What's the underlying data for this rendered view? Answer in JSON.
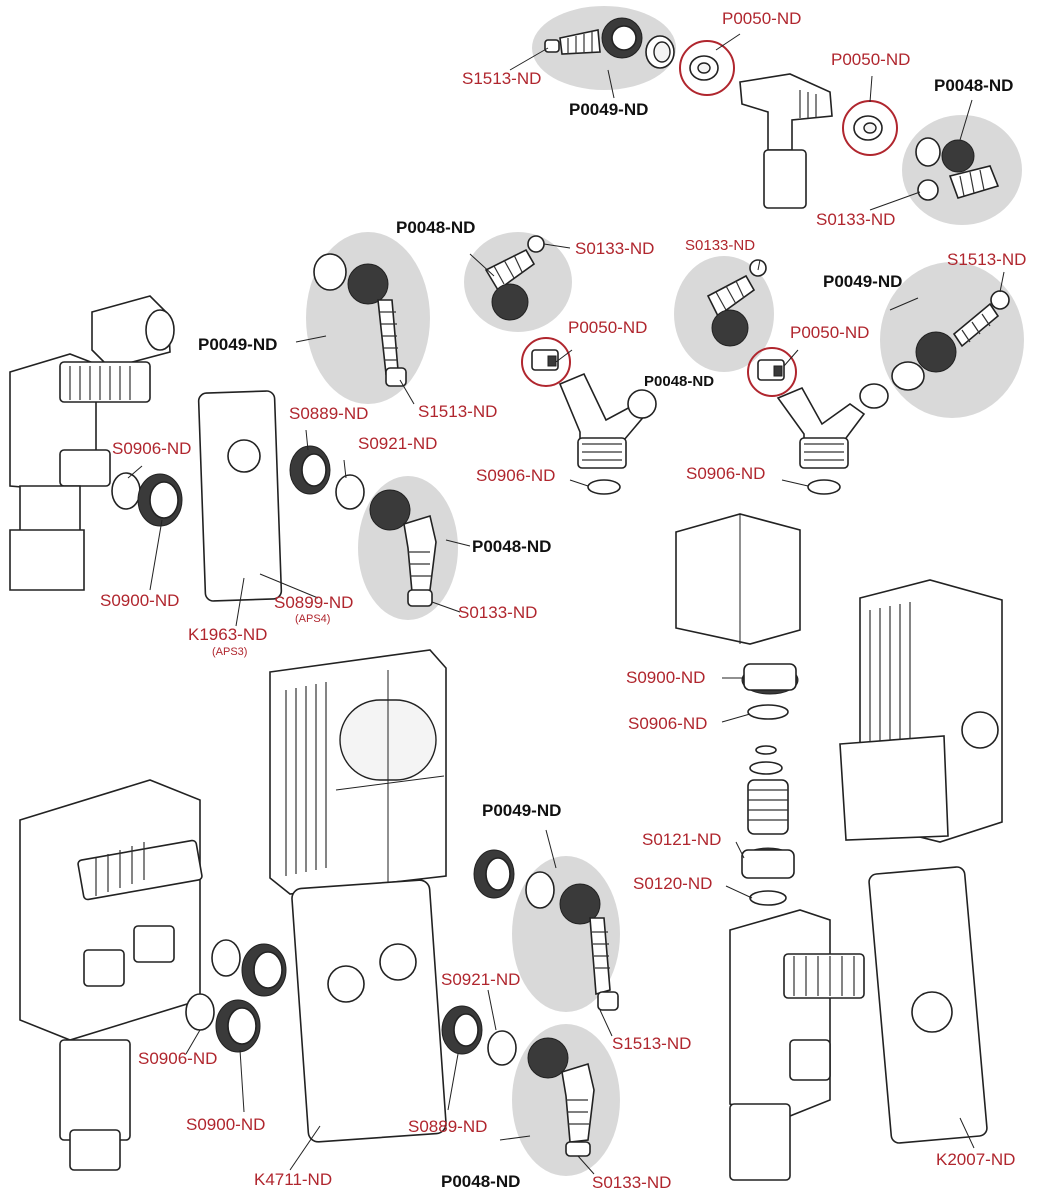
{
  "labels": {
    "s1513_a": "S1513-ND",
    "p0049_a": "P0049-ND",
    "p0050_a": "P0050-ND",
    "p0050_b": "P0050-ND",
    "p0048_a": "P0048-ND",
    "s0133_a": "S0133-ND",
    "p0048_b": "P0048-ND",
    "s0133_b": "S0133-ND",
    "s0133_c": "S0133-ND",
    "p0049_b": "P0049-ND",
    "s1513_b": "S1513-ND",
    "p0049_c": "P0049-ND",
    "p0050_c": "P0050-ND",
    "p0048_c": "P0048-ND",
    "p0050_d": "P0050-ND",
    "s1513_c": "S1513-ND",
    "s0889_a": "S0889-ND",
    "s0921_a": "S0921-ND",
    "s0906_a": "S0906-ND",
    "s0906_b": "S0906-ND",
    "s0906_c": "S0906-ND",
    "p0048_d": "P0048-ND",
    "s0900_a": "S0900-ND",
    "s0899": "S0899-ND",
    "s0899_sub": "(APS4)",
    "s0133_d": "S0133-ND",
    "k1963": "K1963-ND",
    "k1963_sub": "(APS3)",
    "s0900_b": "S0900-ND",
    "s0906_d": "S0906-ND",
    "p0049_d": "P0049-ND",
    "s0121": "S0121-ND",
    "s0120": "S0120-ND",
    "s0921_b": "S0921-ND",
    "s0906_e": "S0906-ND",
    "s1513_d": "S1513-ND",
    "s0900_c": "S0900-ND",
    "s0889_b": "S0889-ND",
    "k4711": "K4711-ND",
    "p0048_e": "P0048-ND",
    "s0133_e": "S0133-ND",
    "k2007": "K2007-ND"
  }
}
